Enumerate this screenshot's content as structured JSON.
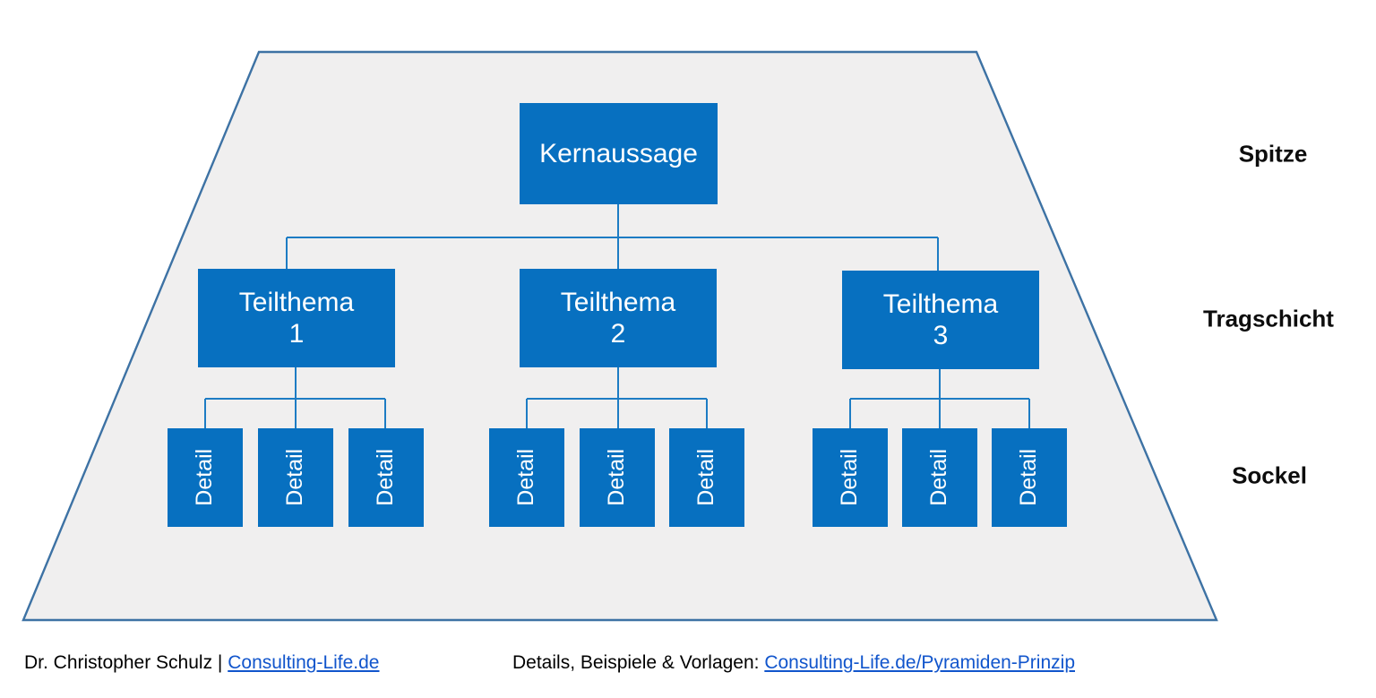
{
  "diagram": {
    "type": "pyramid-principle-tree",
    "shape_name": "trapezoid-pyramid",
    "colors": {
      "node_fill": "#0770C0",
      "node_text": "#FFFFFF",
      "pyramid_fill": "#F0EFEF",
      "pyramid_stroke": "#3D72A4",
      "connector_stroke": "#1D7CC4",
      "label_text": "#0D0D0D",
      "link_text": "#1155CC"
    },
    "root": {
      "label": "Kernaussage"
    },
    "branches": [
      {
        "label_line1": "Teilthema",
        "label_line2": "1",
        "leaves": [
          {
            "label": "Detail"
          },
          {
            "label": "Detail"
          },
          {
            "label": "Detail"
          }
        ]
      },
      {
        "label_line1": "Teilthema",
        "label_line2": "2",
        "leaves": [
          {
            "label": "Detail"
          },
          {
            "label": "Detail"
          },
          {
            "label": "Detail"
          }
        ]
      },
      {
        "label_line1": "Teilthema",
        "label_line2": "3",
        "leaves": [
          {
            "label": "Detail"
          },
          {
            "label": "Detail"
          },
          {
            "label": "Detail"
          }
        ]
      }
    ],
    "tier_labels": [
      {
        "label": "Spitze"
      },
      {
        "label": "Tragschicht"
      },
      {
        "label": "Sockel"
      }
    ]
  },
  "footer": {
    "left": {
      "author": "Dr. Christopher Schulz | ",
      "link": "Consulting-Life.de"
    },
    "right": {
      "prefix": "Details, Beispiele & Vorlagen: ",
      "link": "Consulting-Life.de/Pyramiden-Prinzip"
    }
  }
}
